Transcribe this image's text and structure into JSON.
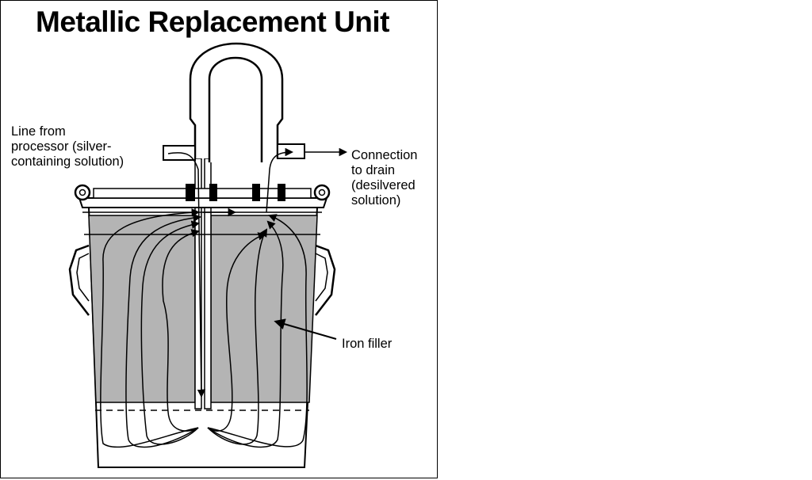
{
  "title": "Metallic Replacement Unit",
  "labels": {
    "line_from": [
      "Line from",
      "processor (silver-",
      "containing solution)"
    ],
    "connection": [
      "Connection",
      "to drain",
      "(desilvered",
      "solution)"
    ],
    "iron_filler": "Iron filler"
  },
  "colors": {
    "fill": "#b4b4b4",
    "stroke": "#000000",
    "background": "#ffffff"
  }
}
